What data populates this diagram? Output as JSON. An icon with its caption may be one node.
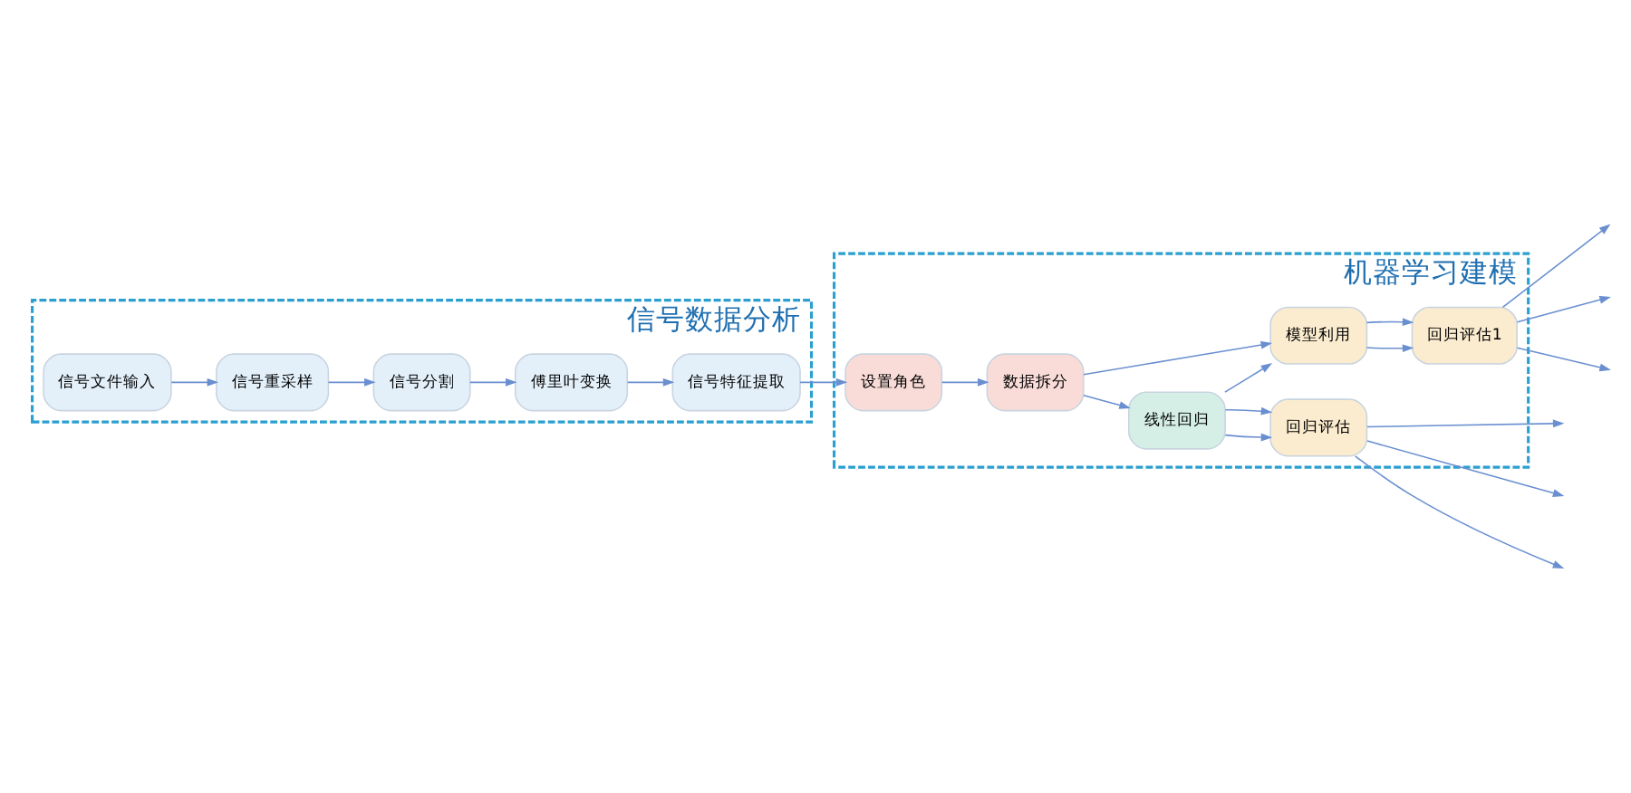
{
  "diagram": {
    "nodes": [
      {
        "text": [
          "信号数据分析"
        ]
      },
      {
        "text": [
          "机器学习建模"
        ]
      },
      {
        "text": [
          "信号文件输入"
        ],
        "in": 0
      },
      {
        "text": [
          "信号重采样"
        ],
        "in": 0
      },
      {
        "text": [
          "信号分割"
        ],
        "in": 0
      },
      {
        "text": [
          "傅里叶变换"
        ],
        "in": 0
      },
      {
        "text": [
          "信号特征提取"
        ],
        "in": 0
      },
      {
        "text": [
          "设置角色"
        ],
        "in": 1
      },
      {
        "text": [
          "数据拆分"
        ],
        "in": 1
      },
      {
        "text": [
          "线性回归"
        ],
        "in": 1
      },
      {
        "text": [
          "回归评估"
        ],
        "in": 1
      },
      {
        "text": [
          "模型利用"
        ],
        "in": 1
      },
      {
        "text": [
          "回归评估1"
        ],
        "in": 1
      }
    ],
    "edges": [
      {
        "from": 2,
        "to": 3,
        "arrow": "to"
      },
      {
        "from": 3,
        "to": 4,
        "arrow": "to"
      },
      {
        "from": 4,
        "to": 5,
        "arrow": "to"
      },
      {
        "from": 5,
        "to": 6,
        "arrow": "to"
      },
      {
        "from": 6,
        "to": 7,
        "arrow": "to"
      },
      {
        "from": 7,
        "to": 8,
        "arrow": "to"
      },
      {
        "from": 8,
        "to": 9,
        "arrow": "to"
      },
      {
        "from": 8,
        "to": 11,
        "arrow": "to"
      },
      {
        "from": 9,
        "to": 10,
        "arrow": "to"
      },
      {
        "from": 9,
        "to": 10,
        "arrow": "to"
      },
      {
        "from": 9,
        "to": 11,
        "arrow": "to"
      },
      {
        "from": 11,
        "to": 12,
        "arrow": "to"
      },
      {
        "from": 11,
        "to": 12,
        "arrow": "to"
      },
      {
        "from": 10,
        "to": null,
        "arrow": "to"
      },
      {
        "from": 10,
        "to": null,
        "arrow": "to"
      },
      {
        "from": 10,
        "to": null,
        "arrow": "to"
      },
      {
        "from": 12,
        "to": null,
        "arrow": "to"
      },
      {
        "from": 12,
        "to": null,
        "arrow": "to"
      },
      {
        "from": 12,
        "to": null,
        "arrow": "to"
      }
    ]
  }
}
